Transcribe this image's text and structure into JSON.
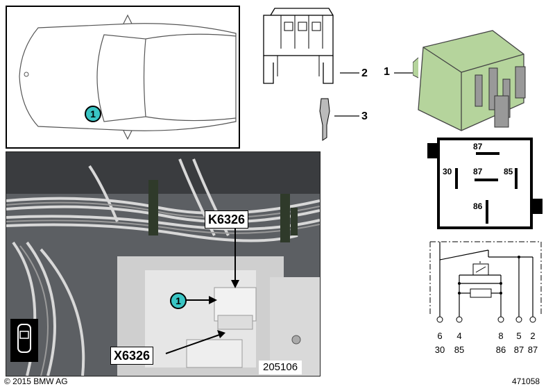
{
  "car_view": {
    "marker": "1"
  },
  "parts": [
    {
      "id": "2",
      "label": "2"
    },
    {
      "id": "3",
      "label": "3"
    },
    {
      "id": "1",
      "label": "1"
    }
  ],
  "relay_pinout": {
    "pin_top": "87",
    "pin_left": "30",
    "pin_center": "87",
    "pin_right": "85",
    "pin_bottom": "86"
  },
  "photo": {
    "relay_callout": "K6326",
    "connector_callout": "X6326",
    "marker": "1",
    "photo_number": "205106"
  },
  "schematic": {
    "terminals": [
      {
        "pin": "6",
        "name": "30"
      },
      {
        "pin": "4",
        "name": "85"
      },
      {
        "pin": "8",
        "name": "86"
      },
      {
        "pin": "5",
        "name": "87"
      },
      {
        "pin": "2",
        "name": "87"
      }
    ]
  },
  "footer": {
    "copyright": "© 2015 BMW AG",
    "diagram_number": "471058"
  },
  "colors": {
    "relay_green": "#b5d49c",
    "marker_cyan": "#39c5c4"
  }
}
